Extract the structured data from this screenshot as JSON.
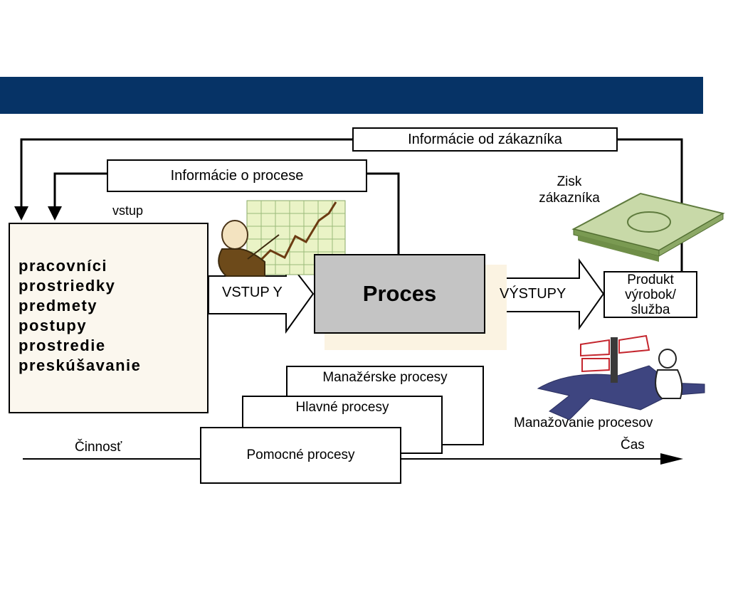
{
  "diagram": {
    "info_customer": "Informácie od zákazníka",
    "info_process": "Informácie o procese",
    "input_label": "vstup",
    "resources": [
      "pracovníci",
      "prostriedky",
      "predmety",
      "postupy",
      "prostredie",
      "preskúšavanie"
    ],
    "inputs_arrow": "VSTUP Y",
    "process": "Proces",
    "outputs_arrow": "VÝSTUPY",
    "product": [
      "Produkt",
      "výrobok/",
      "služba"
    ],
    "customer_profit": [
      "Zisk",
      "zákazníka"
    ],
    "process_management": "Manažovanie procesov",
    "managerial_processes": "Manažérske procesy",
    "main_processes": "Hlavné procesy",
    "support_processes": "Pomocné procesy",
    "activity": "Činnosť",
    "time": "Čas"
  },
  "colors": {
    "banner": "#063366",
    "process_fill": "#c4c4c4",
    "inputs_fill": "#fbf7ee"
  }
}
